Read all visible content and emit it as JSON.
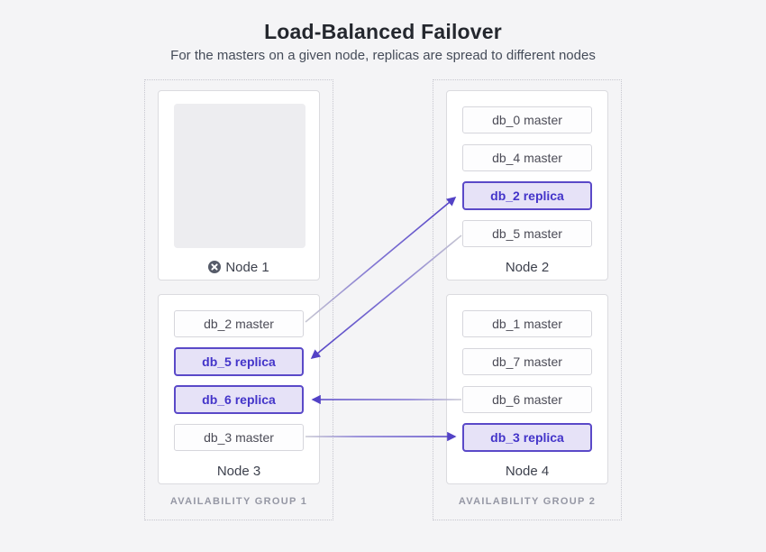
{
  "header": {
    "title": "Load-Balanced Failover",
    "subtitle": "For the masters on a given node, replicas are spread to different nodes"
  },
  "groups": [
    {
      "label": "AVAILABILITY GROUP 1",
      "nodes": [
        {
          "name": "Node 1",
          "status": "failed",
          "databases": []
        },
        {
          "name": "Node 3",
          "status": "up",
          "databases": [
            {
              "label": "db_2 master",
              "role": "master"
            },
            {
              "label": "db_5 replica",
              "role": "replica"
            },
            {
              "label": "db_6 replica",
              "role": "replica"
            },
            {
              "label": "db_3 master",
              "role": "master"
            }
          ]
        }
      ]
    },
    {
      "label": "AVAILABILITY GROUP 2",
      "nodes": [
        {
          "name": "Node 2",
          "status": "up",
          "databases": [
            {
              "label": "db_0 master",
              "role": "master"
            },
            {
              "label": "db_4 master",
              "role": "master"
            },
            {
              "label": "db_2 replica",
              "role": "replica"
            },
            {
              "label": "db_5 master",
              "role": "master"
            }
          ]
        },
        {
          "name": "Node 4",
          "status": "up",
          "databases": [
            {
              "label": "db_1 master",
              "role": "master"
            },
            {
              "label": "db_7 master",
              "role": "master"
            },
            {
              "label": "db_6 master",
              "role": "master"
            },
            {
              "label": "db_3 replica",
              "role": "replica"
            }
          ]
        }
      ]
    }
  ],
  "replication_links": [
    {
      "from": "db_2 master (Node 3)",
      "to": "db_2 replica (Node 2)"
    },
    {
      "from": "db_5 master (Node 2)",
      "to": "db_5 replica (Node 3)"
    },
    {
      "from": "db_6 master (Node 4)",
      "to": "db_6 replica (Node 3)"
    },
    {
      "from": "db_3 master (Node 3)",
      "to": "db_3 replica (Node 4)"
    }
  ],
  "icons": {
    "failed_node": "x-circle-icon"
  },
  "colors": {
    "background": "#f4f4f6",
    "accent_purple": "#5342c6",
    "replica_bg": "#e6e2f7",
    "replica_border": "#5a49c8",
    "replica_text": "#4334c9",
    "arrow_source_gray": "#c7c7d2",
    "group_label_gray": "#9597a4"
  }
}
